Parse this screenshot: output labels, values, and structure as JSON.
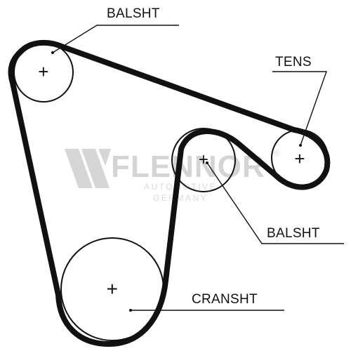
{
  "labels": {
    "balsht_top": "BALSHT",
    "tens": "TENS",
    "balsht_mid": "BALSHT",
    "cranksht": "CRANSHT"
  },
  "pulley_marks": {
    "balsht_top": "+",
    "tens": "+",
    "balsht_mid": "+",
    "cranksht": "+"
  },
  "watermark": {
    "brand": "FLENNOR",
    "registered": "®",
    "line1": "AUTOMOTIVE",
    "line2": "GERMANY"
  },
  "colors": {
    "belt": "#111111",
    "pulley": "#111111",
    "background": "#ffffff",
    "watermark": "#d4d4d4"
  }
}
